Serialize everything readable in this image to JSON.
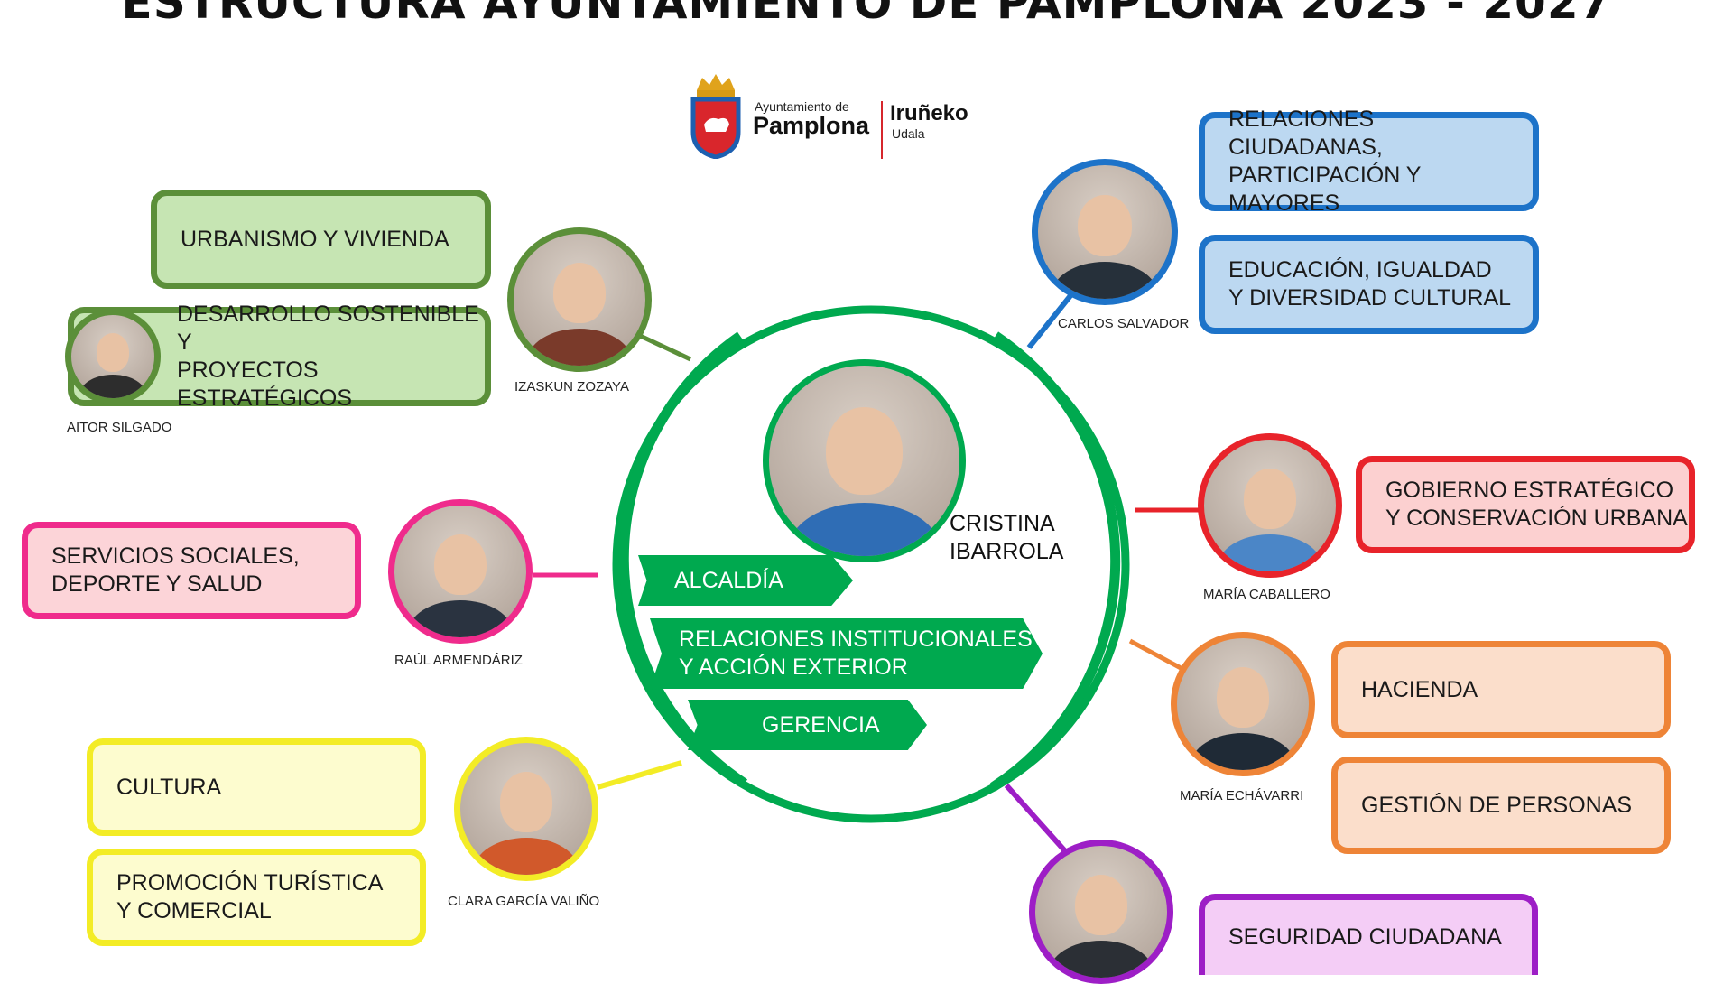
{
  "title": "ESTRUCTURA AYUNTAMIENTO DE PAMPLONA 2023 - 2027",
  "logo": {
    "es_line1": "Ayuntamiento de",
    "es_line2": "Pamplona",
    "eu_line1": "Iruñeko",
    "eu_line2": "Udala"
  },
  "mayor": {
    "name": "CRISTINA\nIBARROLA",
    "areas": [
      "ALCALDÍA",
      "RELACIONES INSTITUCIONALES\nY ACCIÓN EXTERIOR",
      "GERENCIA"
    ]
  },
  "councillors": {
    "izaskun": {
      "name": "IZASKUN ZOZAYA",
      "areas": [
        "URBANISMO Y VIVIENDA"
      ]
    },
    "aitor": {
      "name": "AITOR SILGADO",
      "areas": [
        "DESARROLLO SOSTENIBLE Y\nPROYECTOS ESTRATÉGICOS"
      ]
    },
    "carlos": {
      "name": "CARLOS SALVADOR",
      "areas": [
        "RELACIONES CIUDADANAS,\nPARTICIPACIÓN Y MAYORES",
        "EDUCACIÓN, IGUALDAD\nY DIVERSIDAD CULTURAL"
      ]
    },
    "maria_caballero": {
      "name": "MARÍA CABALLERO",
      "areas": [
        "GOBIERNO ESTRATÉGICO\nY CONSERVACIÓN URBANA"
      ]
    },
    "raul": {
      "name": "RAÚL ARMENDÁRIZ",
      "areas": [
        "SERVICIOS SOCIALES,\nDEPORTE Y SALUD"
      ]
    },
    "maria_echavarri": {
      "name": "MARÍA ECHÁVARRI",
      "areas": [
        "HACIENDA",
        "GESTIÓN DE PERSONAS"
      ]
    },
    "clara": {
      "name": "CLARA GARCÍA VALIÑO",
      "areas": [
        "CULTURA",
        "PROMOCIÓN TURÍSTICA\nY COMERCIAL"
      ]
    },
    "seguridad": {
      "areas": [
        "SEGURIDAD CIUDADANA"
      ]
    }
  },
  "colors": {
    "mayor_green": "#00a94f",
    "green": "#5b8f39",
    "blue": "#1d73c9",
    "red": "#e8232a",
    "pink": "#ef2b8c",
    "orange": "#ee8437",
    "yellow": "#f3ec26",
    "purple": "#9d1ec6"
  },
  "icons": [
    "coat-of-arms-icon"
  ]
}
